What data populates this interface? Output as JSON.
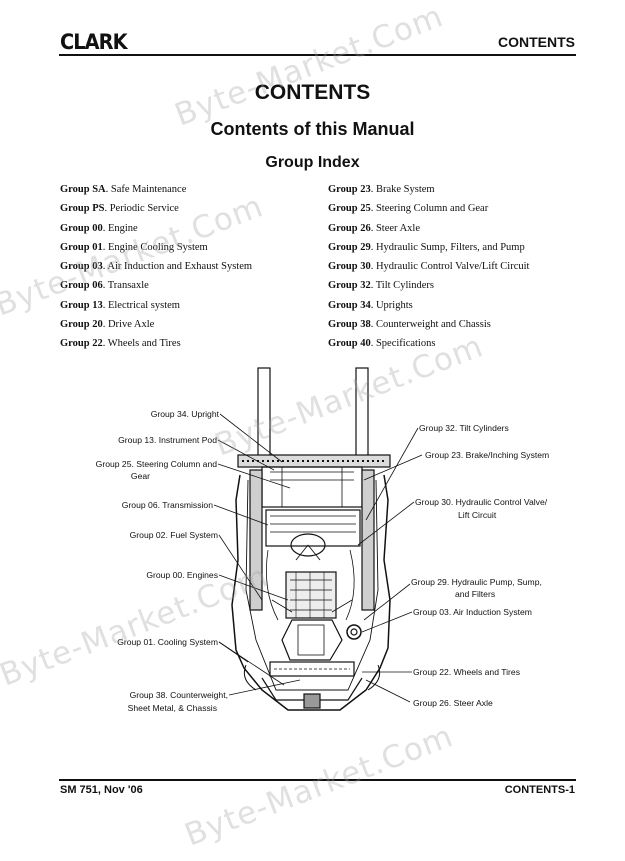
{
  "header": {
    "logo": "CLARK",
    "section": "CONTENTS"
  },
  "titles": {
    "main": "CONTENTS",
    "sub": "Contents of this Manual",
    "index": "Group Index"
  },
  "group_index": {
    "left": [
      {
        "group": "Group SA",
        "name": "Safe Maintenance"
      },
      {
        "group": "Group PS",
        "name": "Periodic Service"
      },
      {
        "group": "Group 00",
        "name": "Engine"
      },
      {
        "group": "Group 01",
        "name": "Engine Cooling System"
      },
      {
        "group": "Group 03",
        "name": "Air Induction and Exhaust System"
      },
      {
        "group": "Group 06",
        "name": "Transaxle"
      },
      {
        "group": "Group 13",
        "name": "Electrical system"
      },
      {
        "group": "Group 20",
        "name": "Drive Axle"
      },
      {
        "group": "Group 22",
        "name": "Wheels and Tires"
      }
    ],
    "right": [
      {
        "group": "Group 23",
        "name": "Brake System"
      },
      {
        "group": "Group 25",
        "name": "Steering Column and Gear"
      },
      {
        "group": "Group 26",
        "name": "Steer Axle"
      },
      {
        "group": "Group 29",
        "name": "Hydraulic Sump, Filters, and Pump"
      },
      {
        "group": "Group 30",
        "name": "Hydraulic Control Valve/Lift Circuit"
      },
      {
        "group": "Group 32",
        "name": "Tilt Cylinders"
      },
      {
        "group": "Group 34",
        "name": "Uprights"
      },
      {
        "group": "Group 38",
        "name": "Counterweight and Chassis"
      },
      {
        "group": "Group 40",
        "name": "Specifications"
      }
    ]
  },
  "diagram_labels": {
    "upright": "Group 34. Upright",
    "instrument_pod": "Group 13. Instrument Pod",
    "steering_1": "Group 25. Steering Column and",
    "steering_2": "Gear",
    "transmission": "Group 06. Transmission",
    "fuel": "Group 02. Fuel System",
    "engines": "Group 00. Engines",
    "cooling": "Group 01. Cooling System",
    "counterweight_1": "Group 38. Counterweight,",
    "counterweight_2": "Sheet Metal, & Chassis",
    "tilt": "Group 32. Tilt Cylinders",
    "brake": "Group 23. Brake/Inching System",
    "control_valve_1": "Group 30. Hydraulic Control Valve/",
    "control_valve_2": "Lift Circuit",
    "hyd_pump_1": "Group 29. Hydraulic Pump, Sump,",
    "hyd_pump_2": "and Filters",
    "air_induction": "Group 03. Air Induction System",
    "wheels": "Group 22. Wheels and Tires",
    "steer_axle": "Group 26. Steer Axle"
  },
  "footer": {
    "left": "SM 751, Nov '06",
    "right": "CONTENTS-1"
  },
  "watermark": "Byte-Market.Com"
}
